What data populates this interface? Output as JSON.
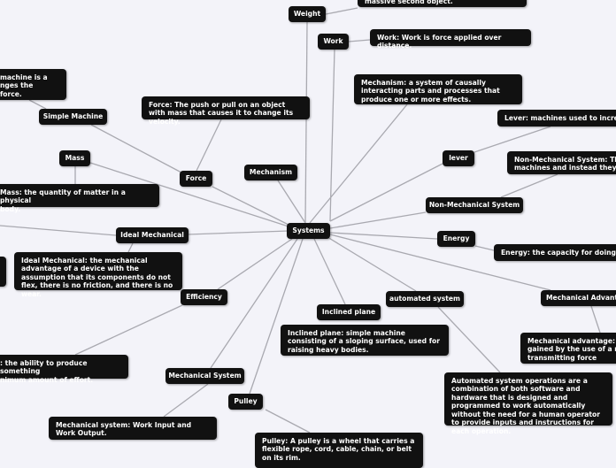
{
  "central": "Systems",
  "topics": {
    "weight": "Weight",
    "work": "Work",
    "mechanism": "Mechanism",
    "force": "Force",
    "simple_machine": "Simple Machine",
    "mass": "Mass",
    "ideal_mechanical": "Ideal Mechanical",
    "efficiency": "Efficiency",
    "mechanical_system": "Mechanical System",
    "pulley": "Pulley",
    "inclined_plane": "Inclined plane",
    "automated_system": "automated system",
    "mechanical_advantage": "Mechanical Advanta",
    "energy": "Energy",
    "non_mechanical_system": "Non-Mechanical System",
    "lever": "lever"
  },
  "notes": {
    "weight": "massive second object.",
    "work": "Work: Work is force applied over distance.",
    "mechanism": "Mechanism: a system of causally interacting parts and processes that produce one or more effects.",
    "force": "Force: The push or pull on an object with mass that causes it to change its velocity.",
    "simple_machine": "machine is a\nnges the\nforce.",
    "mass": "Mass: the quantity of matter in a physical\nbody.",
    "ideal_mechanical": "Ideal Mechanical: the mechanical advantage of a device with the assumption that its components do not flex, there is no friction, and there is no wear.",
    "efficiency": ": the ability to produce something\nnimum amount of effort.",
    "mechanical_system": "Mechanical system: Work Input and Work Output.",
    "pulley": "Pulley: A pulley is a wheel that carries a flexible rope, cord, cable, chain, or belt on its rim.",
    "inclined_plane": "Inclined plane:  simple machine consisting of a sloping surface, used for raising heavy bodies.",
    "automated_system": "Automated system operations are a combination of both software and hardware that is designed and programmed to work automatically without the need for a human operator to provide inputs and instructions for each operation.",
    "mechanical_advantage": "Mechanical advantage: th\ngained by the use of a me\ntransmitting force",
    "energy": "Energy:  the capacity for doing w",
    "non_mechanical_system": "Non-Mechanical System: They\nmachines and instead they us",
    "lever": "Lever: machines used to increas"
  },
  "colors": {
    "node_bg": "#111111",
    "node_text": "#ffffff",
    "edge": "#a9a9b0",
    "background": "#f3f3f9"
  }
}
